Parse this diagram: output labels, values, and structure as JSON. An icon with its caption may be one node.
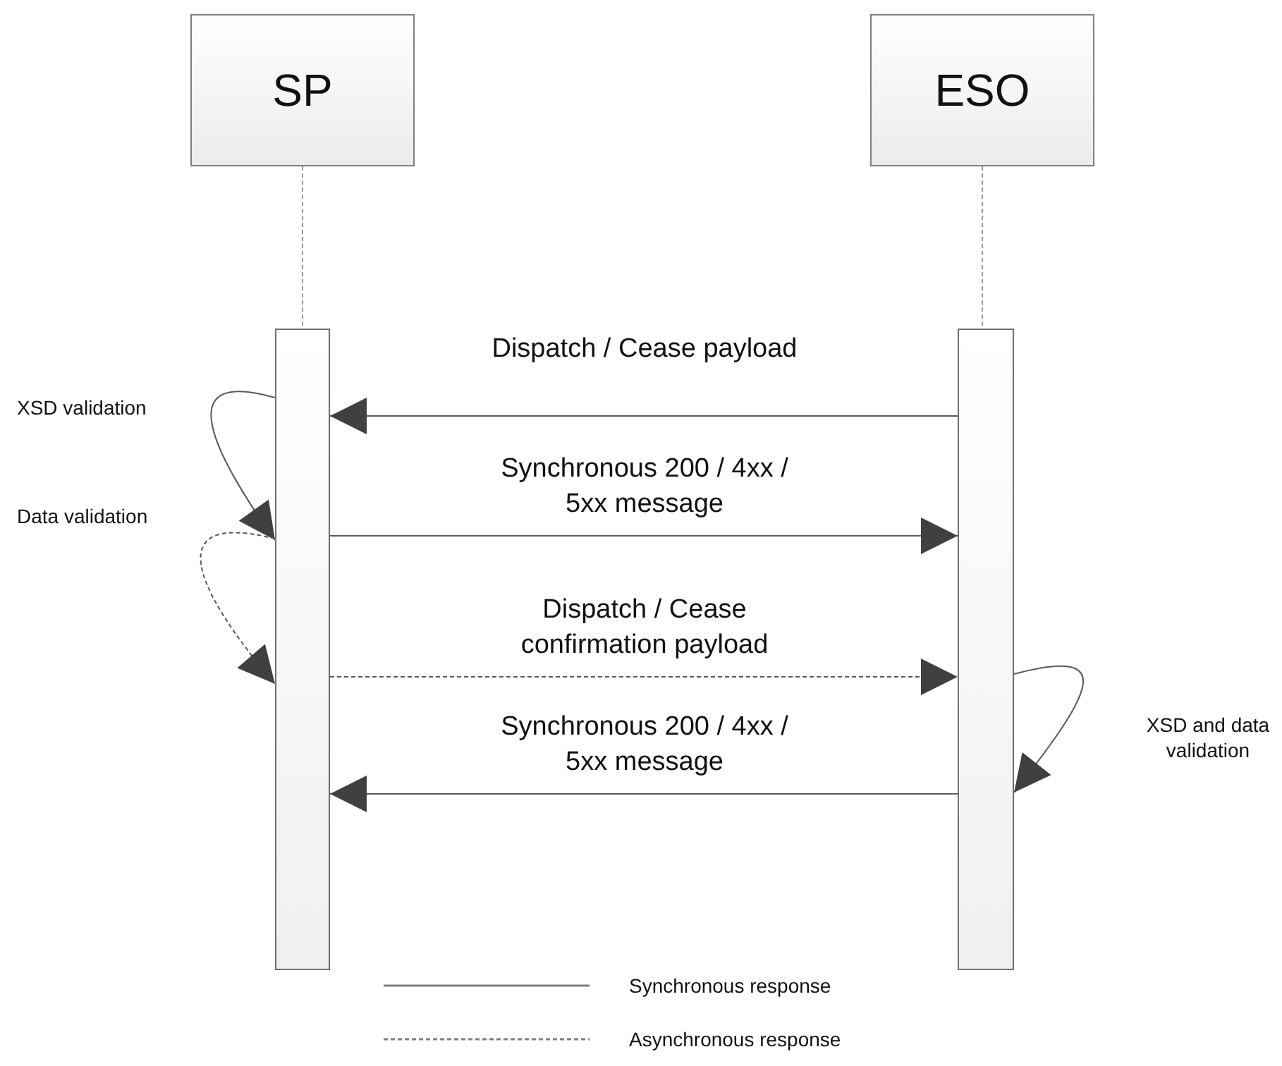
{
  "diagram": {
    "nodes": [
      {
        "text": [
          "SP"
        ]
      },
      {
        "text": [
          "ESO"
        ]
      },
      {
        "text": [],
        "shape": "bar"
      },
      {
        "text": [],
        "shape": "bar"
      }
    ],
    "edges": [
      {
        "from": 0,
        "to": 2,
        "arrow": "none",
        "style": "dashed"
      },
      {
        "from": 1,
        "to": 3,
        "arrow": "none",
        "style": "dashed"
      },
      {
        "from": 3,
        "to": 2,
        "arrow": "to",
        "label": "Dispatch / Cease payload"
      },
      {
        "from": 2,
        "to": 2,
        "arrow": "to",
        "label": "XSD validation"
      },
      {
        "from": 2,
        "to": 3,
        "arrow": "to",
        "label": "Synchronous 200 / 4xx / 5xx message"
      },
      {
        "from": 2,
        "to": 2,
        "arrow": "to",
        "style": "dashed",
        "label": "Data validation"
      },
      {
        "from": 2,
        "to": 3,
        "arrow": "to",
        "style": "dashed",
        "label": "Dispatch / Cease confirmation payload"
      },
      {
        "from": 3,
        "to": 3,
        "arrow": "to",
        "label": "XSD and data validation"
      },
      {
        "from": 3,
        "to": 2,
        "arrow": "to",
        "label": "Synchronous 200 / 4xx / 5xx message"
      }
    ],
    "legend": [
      {
        "text": "Synchronous response"
      },
      {
        "text": "Asynchronous response"
      }
    ]
  }
}
